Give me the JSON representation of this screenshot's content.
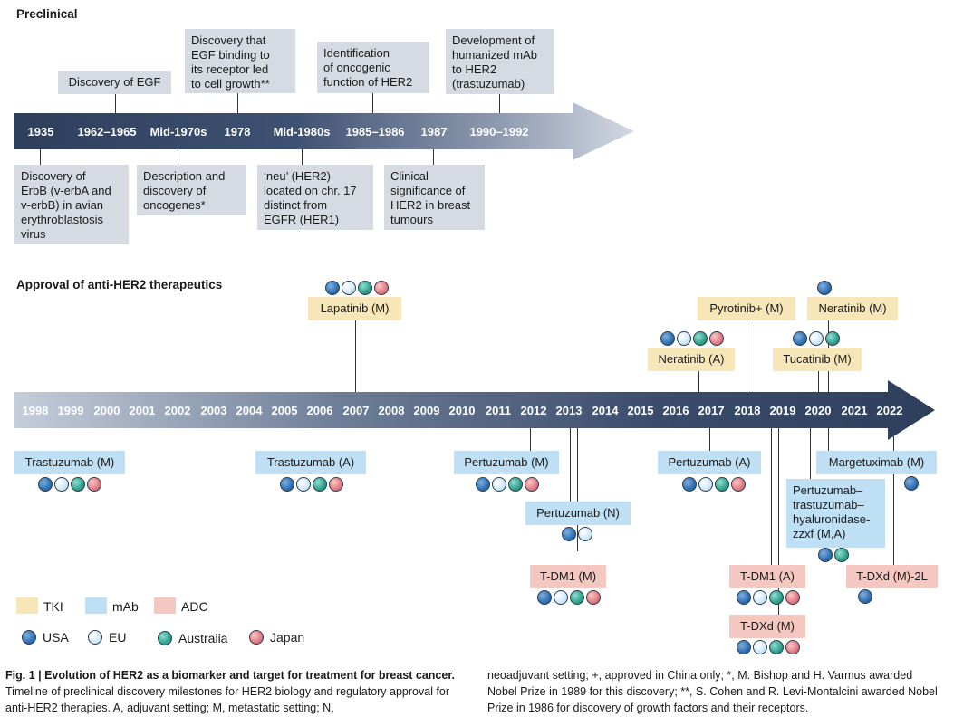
{
  "preclinical": {
    "title": "Preclinical",
    "years": [
      "1935",
      "1962–1965",
      "Mid-1970s",
      "1978",
      "Mid-1980s",
      "1985–1986",
      "1987",
      "1990–1992"
    ],
    "above": [
      "Discovery of EGF",
      "Discovery that\nEGF binding to\nits receptor led\nto cell growth**",
      "Identification\nof oncogenic\nfunction of HER2",
      "Development of\nhumanized mAb\nto HER2\n(trastuzumab)"
    ],
    "below": [
      "Discovery of\nErbB (v-erbA and\nv-erbB) in avian\nerythroblastosis\nvirus",
      "Description and\ndiscovery of\noncogenes*",
      "‘neu’ (HER2)\nlocated on chr. 17\ndistinct from\nEGFR (HER1)",
      "Clinical\nsignificance of\nHER2 in breast\ntumours"
    ]
  },
  "approval": {
    "title": "Approval of anti-HER2 therapeutics",
    "years": [
      "1998",
      "1999",
      "2000",
      "2001",
      "2002",
      "2003",
      "2004",
      "2005",
      "2006",
      "2007",
      "2008",
      "2009",
      "2010",
      "2011",
      "2012",
      "2013",
      "2014",
      "2015",
      "2016",
      "2017",
      "2018",
      "2019",
      "2020",
      "2021",
      "2022"
    ],
    "drugs": {
      "lapatinib": "Lapatinib (M)",
      "pyrotinib": "Pyrotinib+ (M)",
      "neratinib_m": "Neratinib (M)",
      "neratinib_a": "Neratinib (A)",
      "tucatinib": "Tucatinib (M)",
      "trastuzumab_m": "Trastuzumab (M)",
      "trastuzumab_a": "Trastuzumab (A)",
      "pertuzumab_m": "Pertuzumab (M)",
      "pertuzumab_n": "Pertuzumab (N)",
      "tdm1_m": "T-DM1 (M)",
      "pertuzumab_a": "Pertuzumab (A)",
      "phesgo": "Pertuzumab–\ntrastuzumab–\nhyaluronidase-\nzzxf (M,A)",
      "tdm1_a": "T-DM1 (A)",
      "tdxd_m": "T-DXd (M)",
      "margetuximab": "Margetuximab (M)",
      "tdxd_2l": "T-DXd (M)-2L"
    }
  },
  "legend": {
    "tki": "TKI",
    "mab": "mAb",
    "adc": "ADC",
    "usa": "USA",
    "eu": "EU",
    "australia": "Australia",
    "japan": "Japan"
  },
  "colors": {
    "arrow_dark": "#2e3f5c",
    "arrow_light": "#d3d9e3",
    "tki": "#f7e6b8",
    "mab": "#bfe0f4",
    "adc": "#f4c7c0",
    "preclinical_box": "#d6dbe3"
  },
  "caption": {
    "bold": "Fig. 1 | Evolution of HER2 as a biomarker and target for treatment for breast cancer.",
    "left_rest": " Timeline of preclinical discovery milestones for HER2 biology and regulatory approval for anti-HER2 therapies. A, adjuvant setting; M, metastatic setting; N,",
    "right": "neoadjuvant setting; +, approved in China only; *, M. Bishop and H. Varmus awarded Nobel Prize in 1989 for this discovery; **, S. Cohen and R. Levi-Montalcini awarded Nobel Prize in 1986 for discovery of growth factors and their receptors."
  }
}
